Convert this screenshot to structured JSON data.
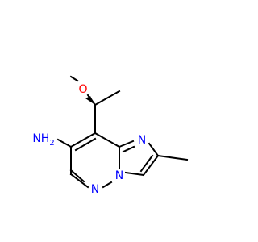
{
  "molecule": {
    "colors": {
      "bond": "#000000",
      "oxygen": "#ff0000",
      "nitrogen": "#0000ff",
      "background": "#ffffff"
    },
    "atoms": {
      "methoxy_oxygen": "O",
      "amine_group": "NH",
      "amine_subscript": "2",
      "imidazole_nitrogen": "N",
      "bridgehead_nitrogen": "N",
      "pyridazine_nitrogen": "N"
    }
  }
}
